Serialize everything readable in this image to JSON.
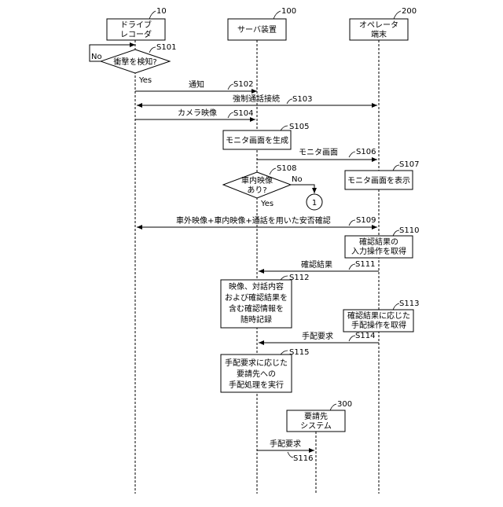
{
  "actors": {
    "recorder": {
      "ref": "10",
      "lines": [
        "ドライブ",
        "レコーダ"
      ]
    },
    "server": {
      "ref": "100",
      "lines": [
        "サーバ装置"
      ]
    },
    "operator": {
      "ref": "200",
      "lines": [
        "オペレータ",
        "端末"
      ]
    },
    "requestee": {
      "ref": "300",
      "lines": [
        "要請先",
        "システム"
      ]
    }
  },
  "decision1": {
    "step": "S101",
    "text": "衝撃を検知?",
    "no": "No",
    "yes": "Yes"
  },
  "decision2": {
    "step": "S108",
    "lines": [
      "車内映像",
      "あり?"
    ],
    "no": "No",
    "yes": "Yes"
  },
  "connector": {
    "label": "1"
  },
  "messages": {
    "s102": {
      "step": "S102",
      "label": "通知"
    },
    "s103": {
      "step": "S103",
      "label": "強制通話接続"
    },
    "s104": {
      "step": "S104",
      "label": "カメラ映像"
    },
    "s106": {
      "step": "S106",
      "label": "モニタ画面"
    },
    "s109": {
      "step": "S109",
      "label": "車外映像+車内映像+通話を用いた安否確認"
    },
    "s111": {
      "step": "S111",
      "label": "確認結果"
    },
    "s114": {
      "step": "S114",
      "label": "手配要求"
    },
    "s116": {
      "step": "S116",
      "label": "手配要求"
    }
  },
  "processes": {
    "s105": {
      "step": "S105",
      "lines": [
        "モニタ画面を生成"
      ]
    },
    "s107": {
      "step": "S107",
      "lines": [
        "モニタ画面を表示"
      ]
    },
    "s110": {
      "step": "S110",
      "lines": [
        "確認結果の",
        "入力操作を取得"
      ]
    },
    "s112": {
      "step": "S112",
      "lines": [
        "映像、対話内容",
        "および確認結果を",
        "含む確認情報を",
        "随時記録"
      ]
    },
    "s113": {
      "step": "S113",
      "lines": [
        "確認結果に応じた",
        "手配操作を取得"
      ]
    },
    "s115": {
      "step": "S115",
      "lines": [
        "手配要求に応じた",
        "要請先への",
        "手配処理を実行"
      ]
    }
  }
}
